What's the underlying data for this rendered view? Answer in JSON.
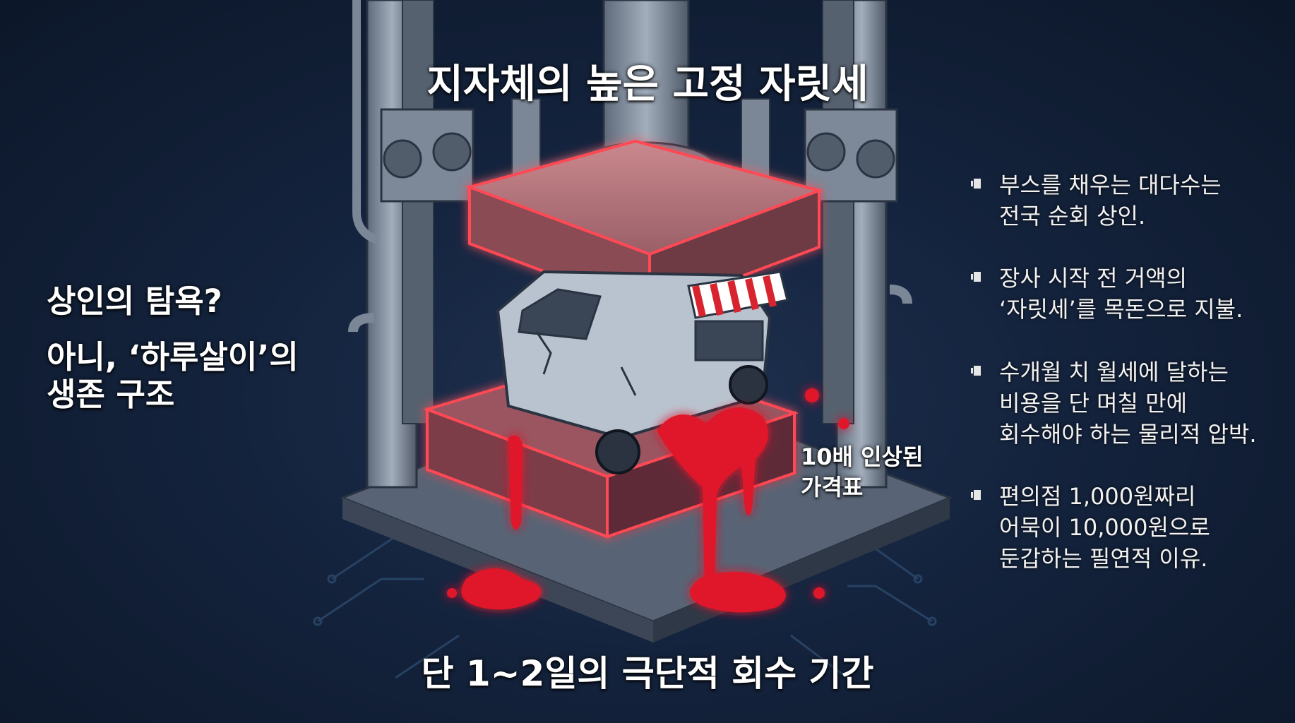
{
  "top_title": "지자체의 높은 고정 자릿세",
  "bottom_title": "단 1~2일의 극단적 회수 기간",
  "left": {
    "question": "상인의 탐욕?",
    "answer": "아니, ‘하루살이’의\n생존 구조"
  },
  "price_label": "10배 인상된\n가격표",
  "bullets": [
    {
      "text": "부스를 채우는 대다수는\n전국 순회 상인."
    },
    {
      "text": "장사 시작 전 거액의\n‘자릿세’를 목돈으로 지불."
    },
    {
      "text": "수개월 치 월세에 달하는\n비용을 단 며칠 만에\n회수해야 하는 물리적 압박."
    },
    {
      "text": "편의점 1,000원짜리\n어묵이 10,000원으로\n둔갑하는 필연적 이유."
    }
  ],
  "colors": {
    "background": "#14233d",
    "metal": "#8a96a6",
    "glow": "#ff4a55",
    "liquid": "#e0182c",
    "truck": "#b9c3cf",
    "awning": "#d8242e"
  },
  "icons": [
    "press-machine-illustration",
    "food-truck-icon",
    "bullet-icon"
  ]
}
